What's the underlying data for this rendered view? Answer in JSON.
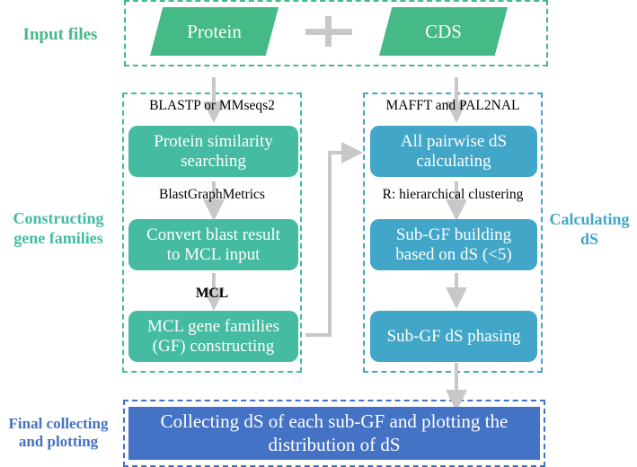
{
  "colors": {
    "input_green": "#45b986",
    "gene_family_teal": "#45bba2",
    "ds_blue": "#42a6c8",
    "final_blue": "#4472c4",
    "arrow_gray": "#c8c8c8"
  },
  "stages": {
    "input": "Input files",
    "constructing": "Constructing\ngene families",
    "calculating": "Calculating\ndS",
    "final": "Final collecting\nand plotting"
  },
  "inputs": {
    "protein": "Protein",
    "plus": "+",
    "cds": "CDS"
  },
  "gene_families": {
    "tool_1": "BLASTP or MMseqs2",
    "step_1": "Protein similarity\nsearching",
    "tool_2": "BlastGraphMetrics",
    "step_2": "Convert blast result\nto MCL input",
    "tool_3": "MCL",
    "step_3": "MCL gene families\n(GF) constructing"
  },
  "ds_calc": {
    "tool_1": "MAFFT and PAL2NAL",
    "step_1": "All pairwise dS\ncalculating",
    "tool_2": "R: hierarchical clustering",
    "step_2": "Sub-GF building\nbased on dS (<5)",
    "step_3": "Sub-GF dS phasing"
  },
  "final": {
    "step": "Collecting dS of each sub-GF and plotting the\ndistribution of dS"
  }
}
